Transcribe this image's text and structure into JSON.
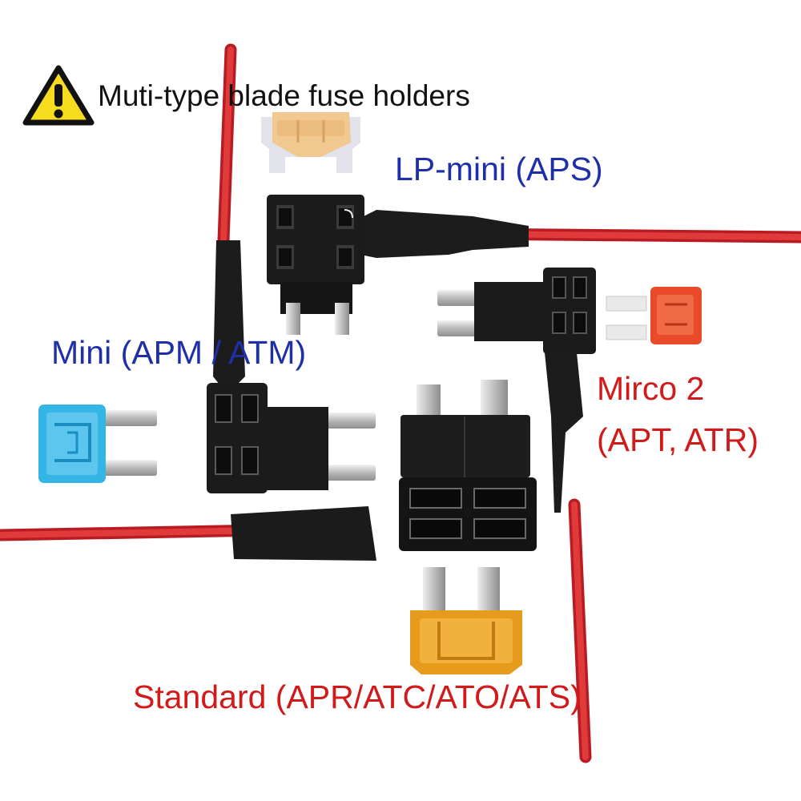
{
  "title": "Muti-type blade fuse holders",
  "icons": {
    "warning": "warning-triangle-icon"
  },
  "labels": {
    "lp_mini": "LP-mini (APS)",
    "mini": "Mini (APM / ATM)",
    "micro2_line1": "Mirco 2",
    "micro2_line2": "(APT, ATR)",
    "standard": "Standard (APR/ATC/ATO/ATS)"
  },
  "colors": {
    "blue_label": "#1f2fa8",
    "red_label": "#d11a1a",
    "wire_red": "#d8262b",
    "holder_black": "#1b1b1b",
    "fuse_lp_mini": "#f0c890",
    "fuse_mini": "#35b4e6",
    "fuse_micro2": "#e84a2a",
    "fuse_standard": "#e79b1c",
    "warning_yellow": "#f7dc1e"
  }
}
